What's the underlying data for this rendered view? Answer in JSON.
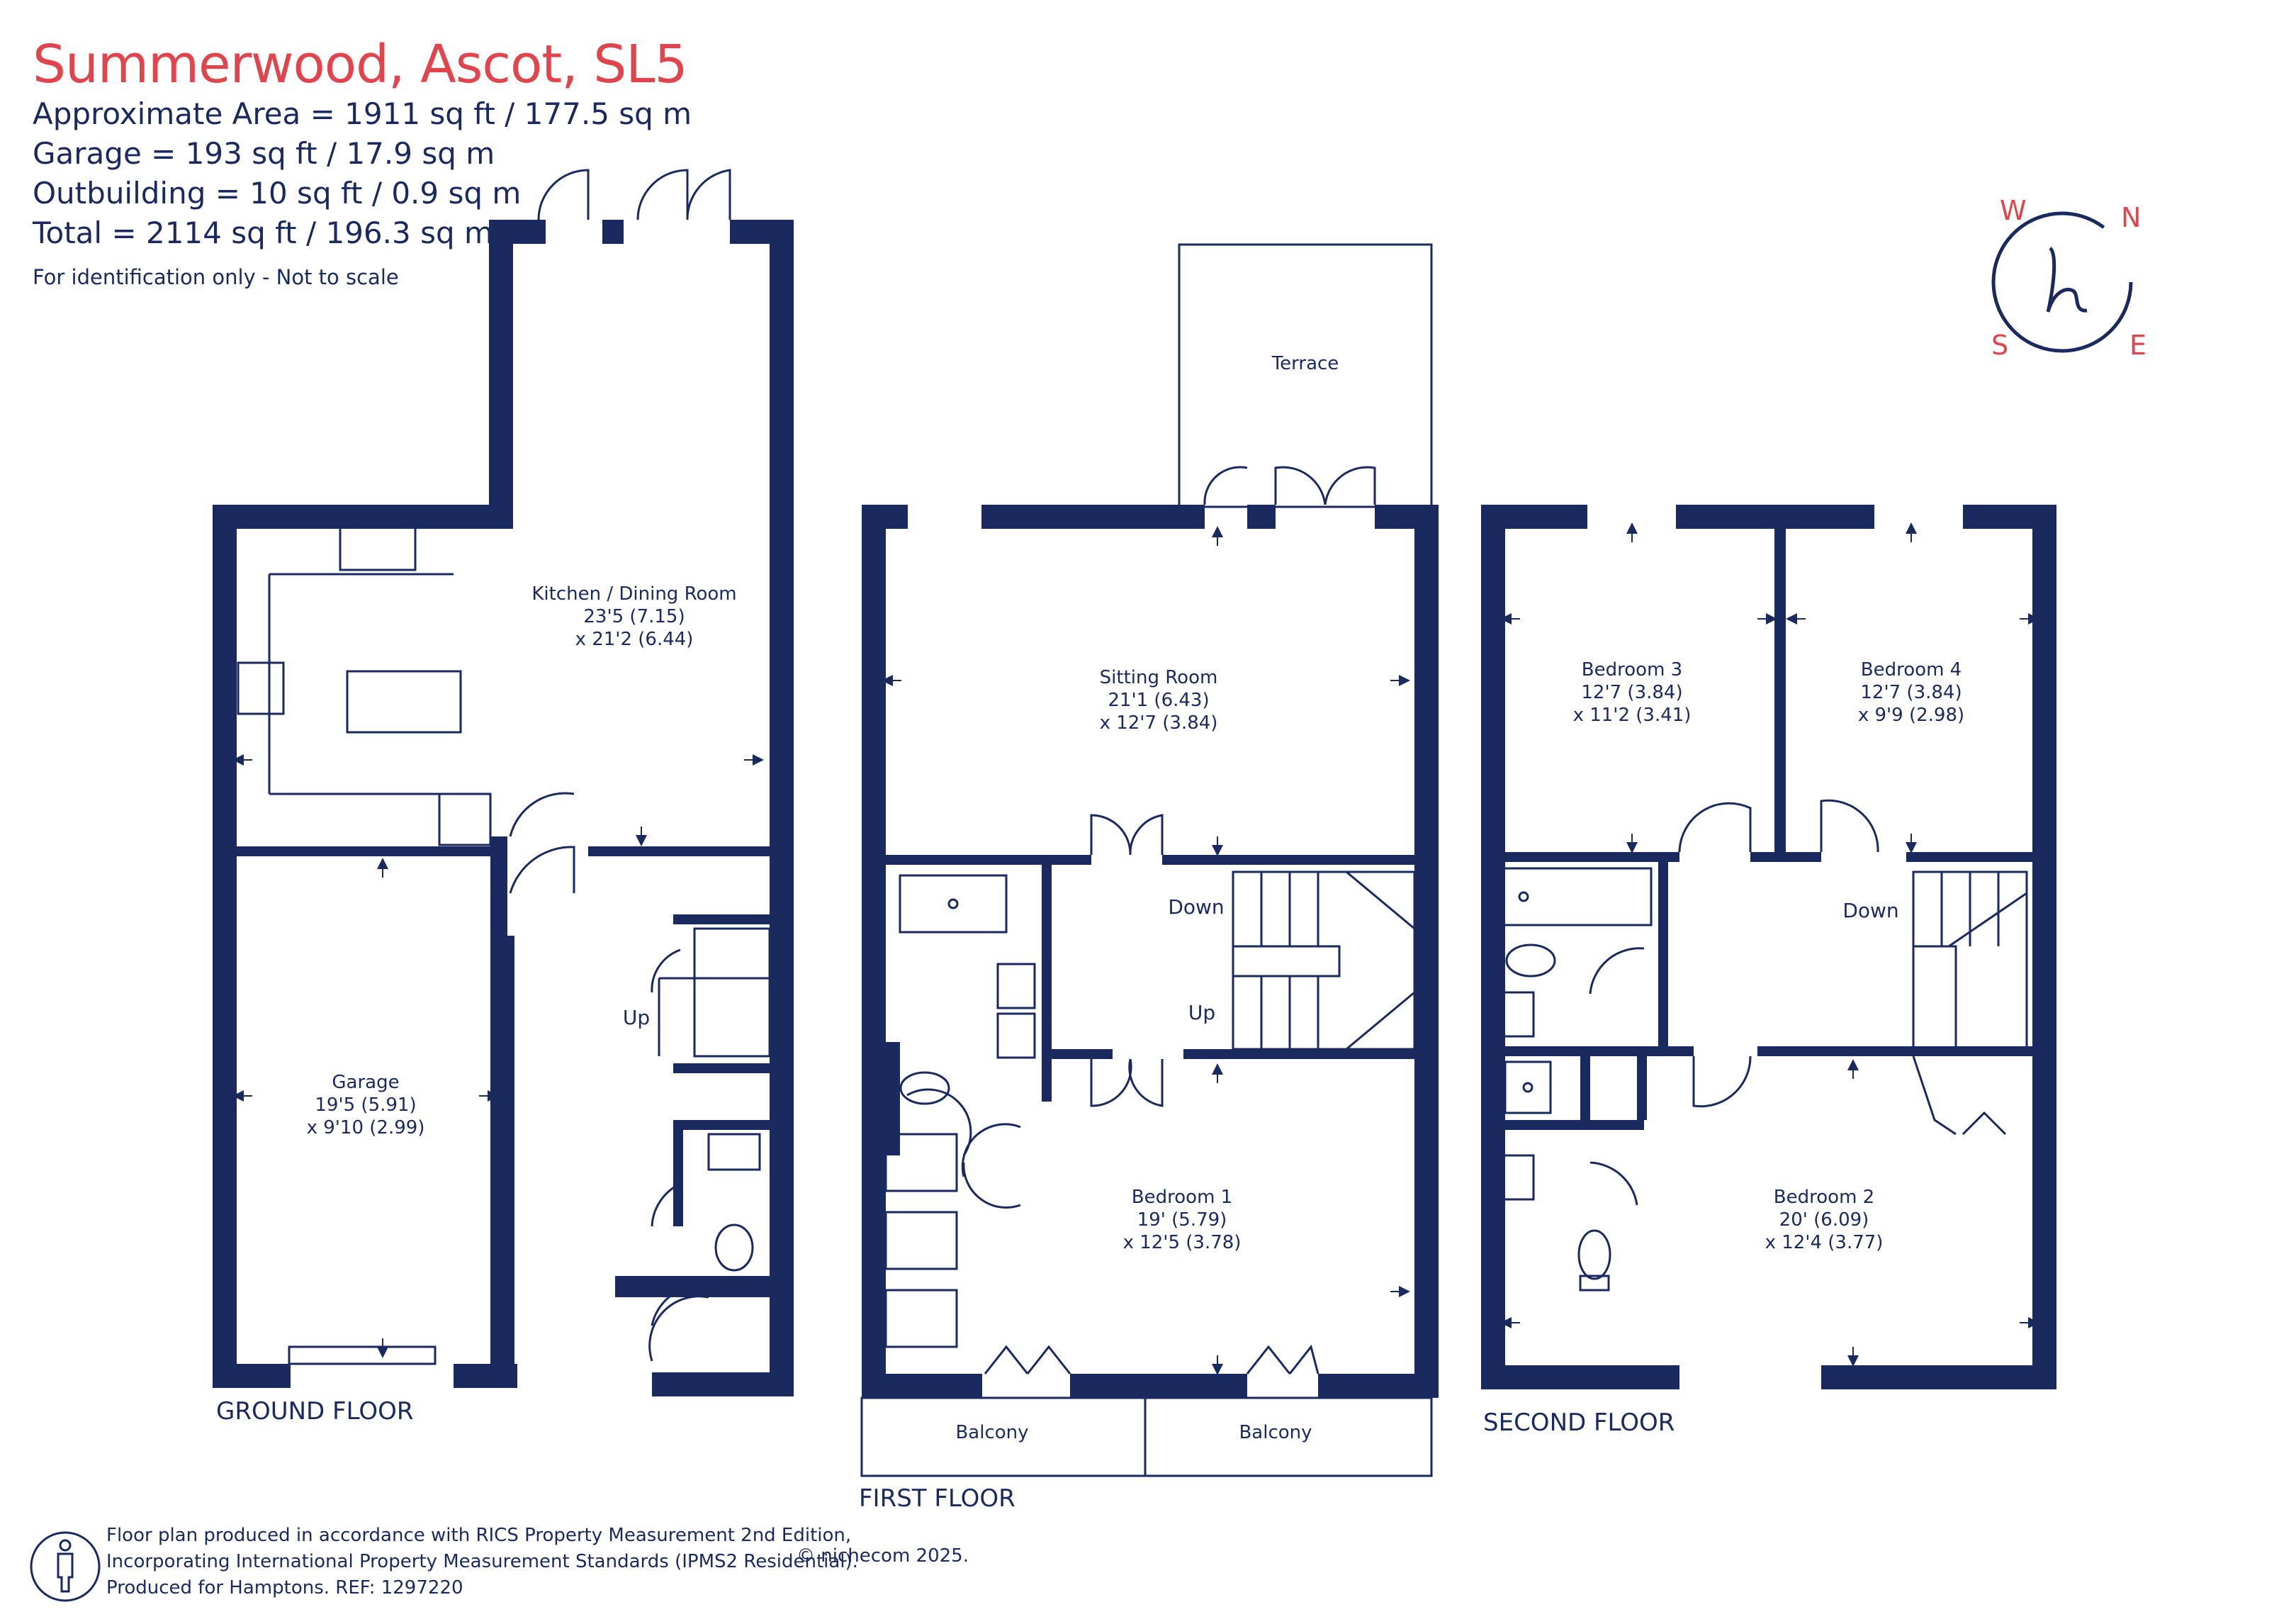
{
  "header": {
    "title": "Summerwood, Ascot, SL5",
    "approx_area": "Approximate Area = 1911 sq ft / 177.5 sq m",
    "garage": "Garage = 193 sq ft / 17.9 sq m",
    "outbuilding": "Outbuilding = 10 sq ft / 0.9 sq m",
    "total": "Total = 2114 sq ft / 196.3 sq m",
    "note": "For identification only - Not to scale"
  },
  "compass": {
    "n": "N",
    "e": "E",
    "s": "S",
    "w": "W",
    "logo": "h",
    "color": "#e0454d"
  },
  "colors": {
    "wall": "#1a2a5e",
    "accent": "#e0454d"
  },
  "floors": {
    "ground": {
      "label": "GROUND FLOOR",
      "kitchen": {
        "name": "Kitchen / Dining Room",
        "dim1": "23'5 (7.15)",
        "dim2": "x 21'2 (6.44)"
      },
      "garage": {
        "name": "Garage",
        "dim1": "19'5 (5.91)",
        "dim2": "x 9'10 (2.99)"
      },
      "stairs": "Up"
    },
    "first": {
      "label": "FIRST FLOOR",
      "terrace": "Terrace",
      "sitting": {
        "name": "Sitting Room",
        "dim1": "21'1 (6.43)",
        "dim2": "x 12'7 (3.84)"
      },
      "bedroom1": {
        "name": "Bedroom 1",
        "dim1": "19' (5.79)",
        "dim2": "x 12'5 (3.78)"
      },
      "down": "Down",
      "up": "Up",
      "balcony1": "Balcony",
      "balcony2": "Balcony"
    },
    "second": {
      "label": "SECOND FLOOR",
      "bedroom3": {
        "name": "Bedroom 3",
        "dim1": "12'7 (3.84)",
        "dim2": "x 11'2 (3.41)"
      },
      "bedroom4": {
        "name": "Bedroom 4",
        "dim1": "12'7 (3.84)",
        "dim2": "x 9'9 (2.98)"
      },
      "bedroom2": {
        "name": "Bedroom 2",
        "dim1": "20' (6.09)",
        "dim2": "x 12'4 (3.77)"
      },
      "down": "Down"
    }
  },
  "footer": {
    "line1": "Floor plan produced in accordance with RICS Property Measurement 2nd Edition,",
    "line2": "Incorporating International Property Measurement Standards (IPMS2 Residential).",
    "line3": "Produced for Hamptons.  REF:  1297220",
    "copyright": "© nichecom 2025.",
    "person_icon": "person-icon"
  }
}
